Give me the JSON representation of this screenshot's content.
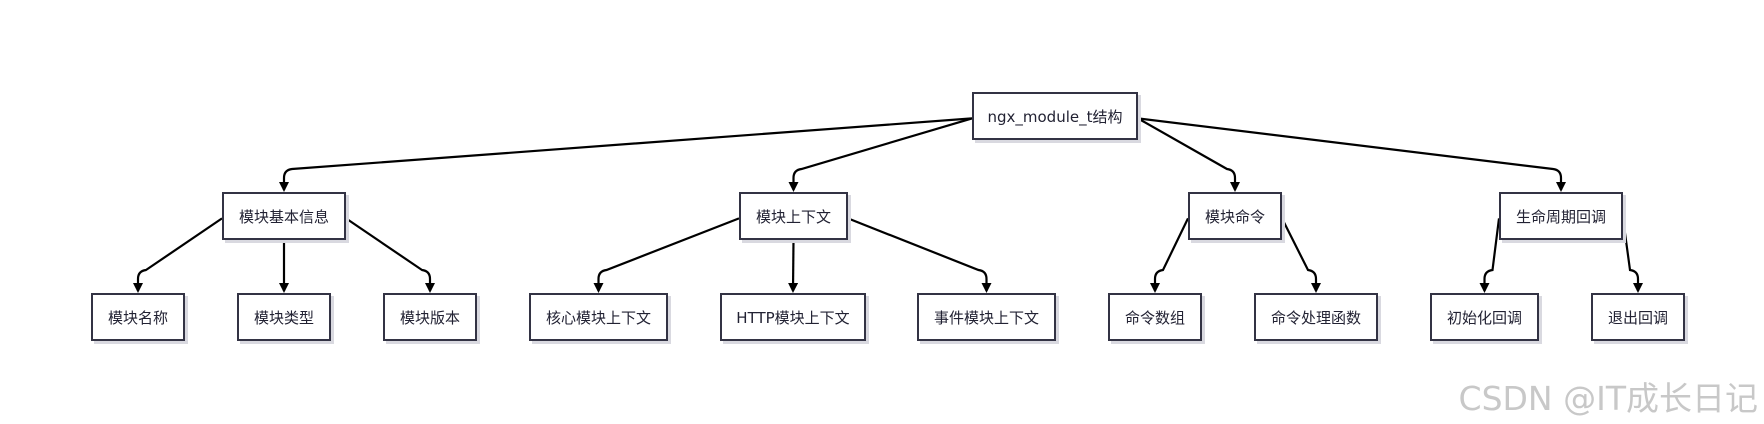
{
  "diagram": {
    "nodes": {
      "root": "ngx_module_t结构",
      "basic_info": "模块基本信息",
      "context": "模块上下文",
      "commands": "模块命令",
      "lifecycle": "生命周期回调",
      "module_name": "模块名称",
      "module_type": "模块类型",
      "module_version": "模块版本",
      "core_ctx": "核心模块上下文",
      "http_ctx": "HTTP模块上下文",
      "event_ctx": "事件模块上下文",
      "cmd_array": "命令数组",
      "cmd_handler": "命令处理函数",
      "init_cb": "初始化回调",
      "exit_cb": "退出回调"
    },
    "edges": [
      [
        "root",
        "basic_info"
      ],
      [
        "root",
        "context"
      ],
      [
        "root",
        "commands"
      ],
      [
        "root",
        "lifecycle"
      ],
      [
        "basic_info",
        "module_name"
      ],
      [
        "basic_info",
        "module_type"
      ],
      [
        "basic_info",
        "module_version"
      ],
      [
        "context",
        "core_ctx"
      ],
      [
        "context",
        "http_ctx"
      ],
      [
        "context",
        "event_ctx"
      ],
      [
        "commands",
        "cmd_array"
      ],
      [
        "commands",
        "cmd_handler"
      ],
      [
        "lifecycle",
        "init_cb"
      ],
      [
        "lifecycle",
        "exit_cb"
      ]
    ]
  },
  "watermark": "CSDN @IT成长日记"
}
